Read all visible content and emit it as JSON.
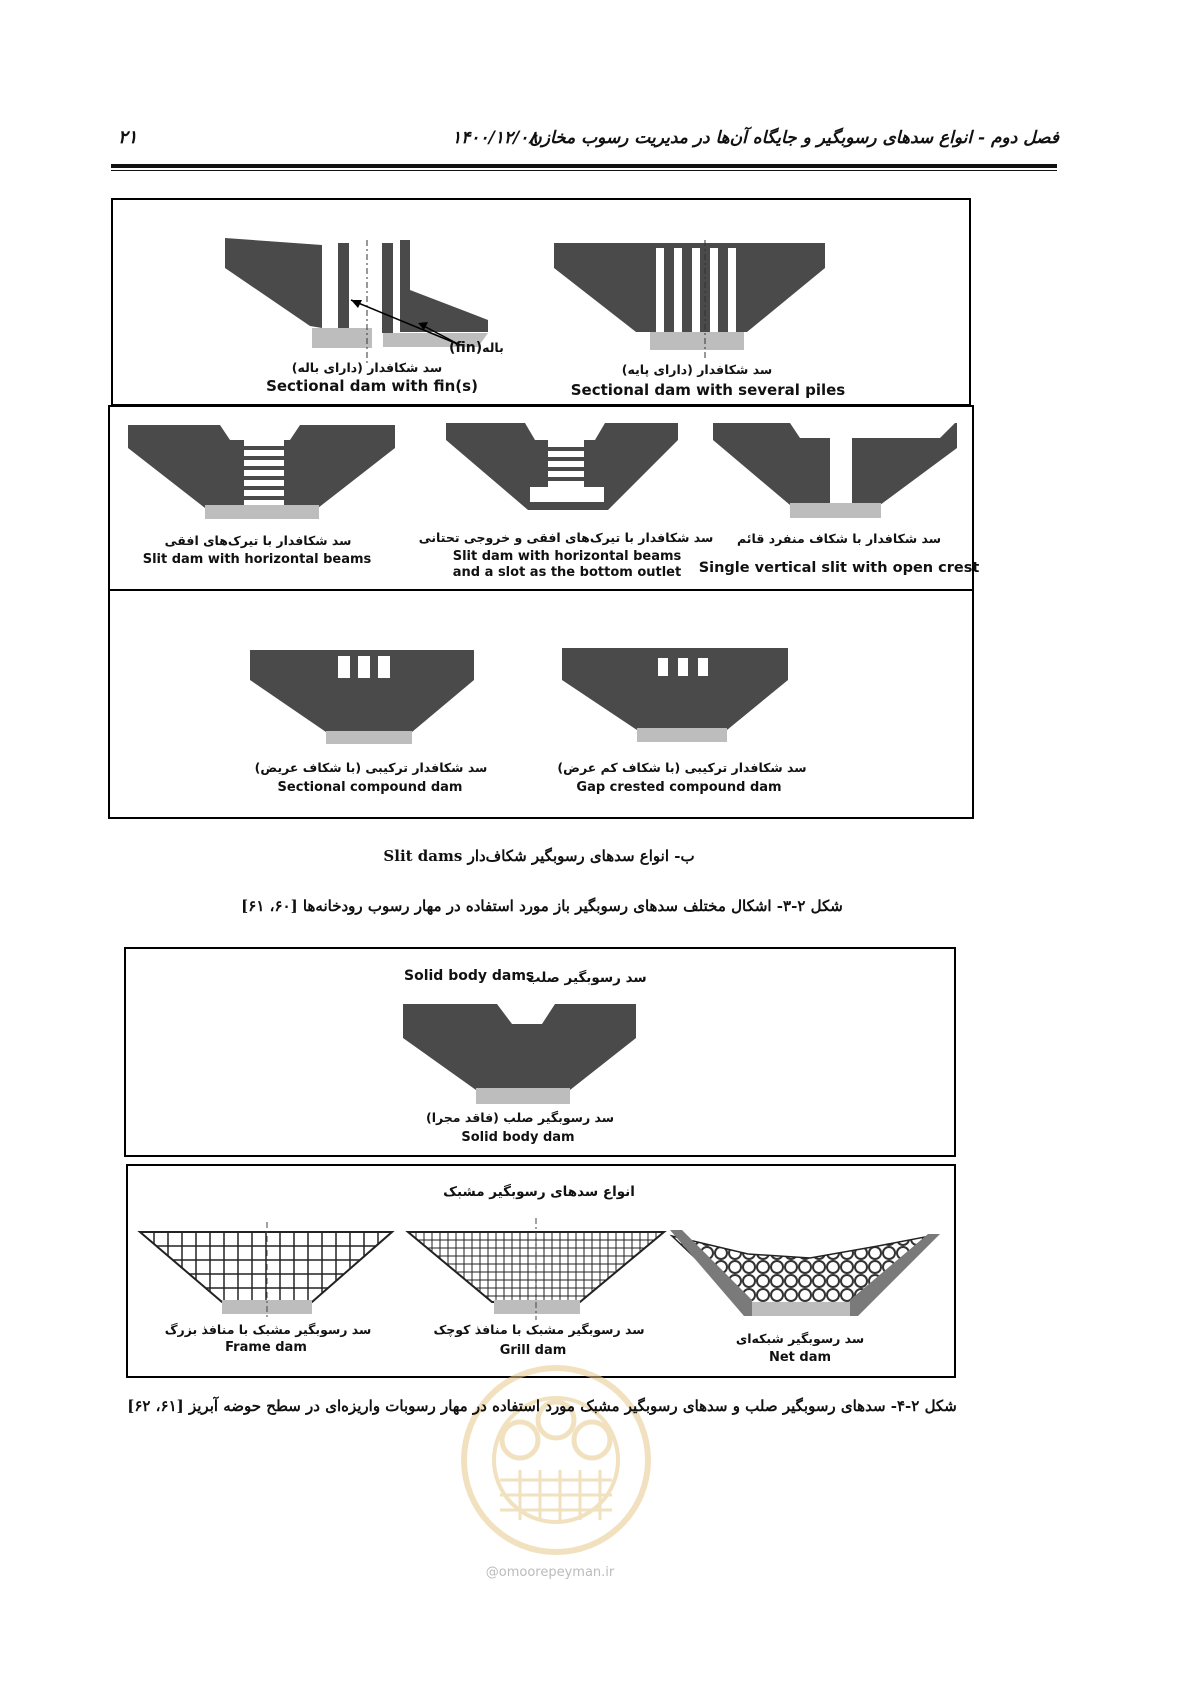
{
  "header": {
    "chapter_title": "فصل دوم - انواع سدهای رسوبگیر و جایگاه آن‌ها در مدیریت رسوب مخازن",
    "date": "۱۴۰۰/۱۲/۰۸",
    "page_number": "۲۱"
  },
  "figure3": {
    "panel_top": {
      "fin_dam": {
        "fin_label": "باله",
        "fin_label_en": "(fin)",
        "label_fa": "سد شکافدار (دارای باله)",
        "label_en": "Sectional dam with fin(s)"
      },
      "piles_dam": {
        "label_fa": "سد شکافدار (دارای پایه)",
        "label_en": "Sectional dam with several piles"
      }
    },
    "panel_mid": {
      "horizontal_beams": {
        "label_fa": "سد شکافدار با تیرک‌های افقی",
        "label_en": "Slit dam with horizontal beams"
      },
      "beams_slot": {
        "label_fa": "سد شکافدار با تیرک‌های افقی و خروجی تحتانی",
        "label_en_1": "Slit dam with horizontal beams",
        "label_en_2": "and a slot as the bottom outlet"
      },
      "vertical_slit": {
        "label_fa": "سد شکافدار با شکاف منفرد قائم",
        "label_en": "Single vertical slit with open crest"
      }
    },
    "panel_bottom": {
      "sectional_compound": {
        "label_fa": "سد شکافدار ترکیبی (با شکاف عریض)",
        "label_en": "Sectional compound dam"
      },
      "gap_compound": {
        "label_fa": "سد شکافدار ترکیبی (با شکاف کم عرض)",
        "label_en": "Gap crested compound dam"
      }
    },
    "sub_caption_fa": "ب- انواع سدهای رسوبگیر شکاف‌دار",
    "sub_caption_en": "Slit dams",
    "caption": "شکل ۲-۳- اشکال مختلف سدهای رسوبگیر باز مورد استفاده در مهار رسوب رودخانه‌ها [۶۰، ۶۱]"
  },
  "figure4": {
    "solid": {
      "title_en": "Solid body dams",
      "title_fa": "سد رسوبگیر صلب",
      "label_fa": "سد رسوبگیر صلب (فاقد مجرا)",
      "label_en": "Solid body dam"
    },
    "grid": {
      "title_fa": "انواع سدهای رسوبگیر مشبک",
      "frame": {
        "label_fa": "سد رسوبگیر مشبک با منافذ بزرگ",
        "label_en": "Frame dam"
      },
      "grill": {
        "label_fa": "سد رسوبگیر مشبک با منافذ کوچک",
        "label_en": "Grill dam"
      },
      "net": {
        "label_fa": "سد رسوبگیر شبکه‌ای",
        "label_en": "Net dam"
      }
    },
    "caption": "شکل ۲-۴- سدهای رسوبگیر صلب و سدهای رسوبگیر مشبک مورد استفاده در مهار رسوبات واریزه‌ای در سطح حوضه آبریز [۶۱، ۶۲]"
  },
  "watermark": {
    "site": "@omoorepeyman.ir"
  },
  "colors": {
    "dam_fill": "#4a4a4a",
    "base_fill": "#bdbdbd",
    "frame": "#000000",
    "seal": "#e6c98c"
  }
}
